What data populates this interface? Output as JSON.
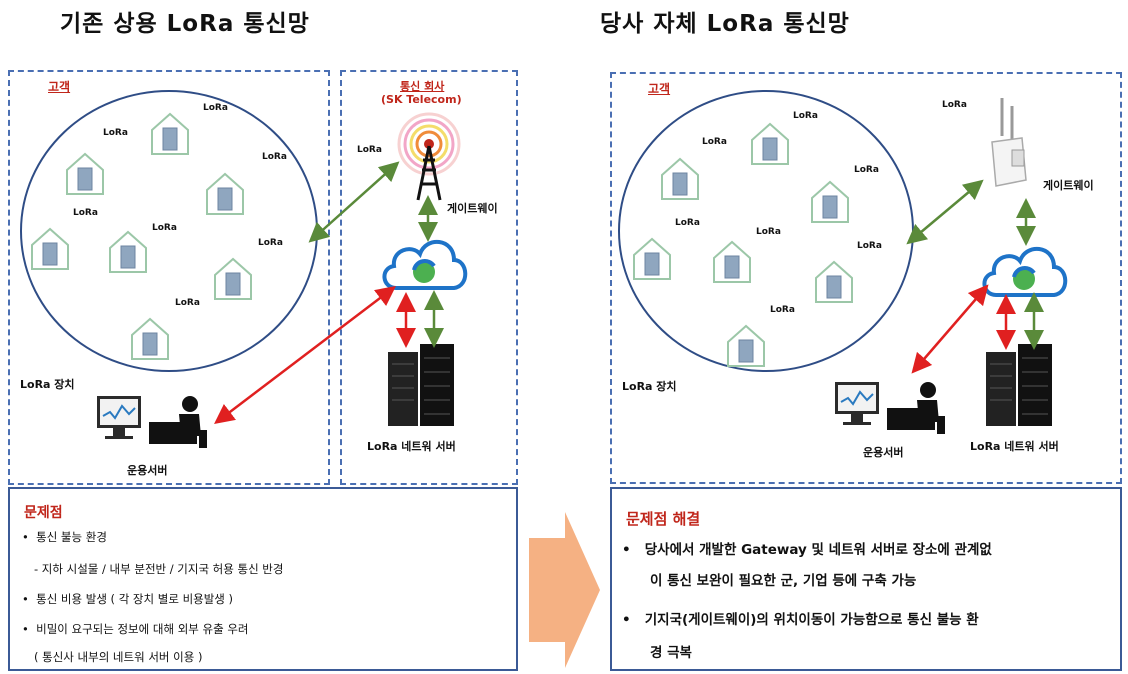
{
  "left": {
    "title": "기존 상용 LoRa 통신망",
    "customer": "고객",
    "telecom_title": "통신 회사",
    "telecom_sub": "(SK Telecom)",
    "lora_tag": "LoRa",
    "gateway": "게이트웨이",
    "device": "LoRa 장치",
    "op_server": "운용서버",
    "net_server": "LoRa 네트워 서버",
    "problem_title": "문제점",
    "problems": [
      "통신 불능 환경",
      "- 지하 시설물 / 내부 분전반 / 기지국 허용 통신 반경",
      "통신 비용 발생 ( 각 장치 별로 비용발생 )",
      "비밀이 요구되는 정보에 대해 외부 유출 우려",
      "( 통신사 내부의 네트워 서버 이용 )"
    ]
  },
  "right": {
    "title": "당사 자체 LoRa 통신망",
    "customer": "고객",
    "lora_tag": "LoRa",
    "gateway": "게이트웨이",
    "device": "LoRa 장치",
    "op_server": "운용서버",
    "net_server": "LoRa 네트워 서버",
    "solution_title": "문제점 해결",
    "solutions": [
      "당사에서 개발한 Gateway 및 네트워 서버로 장소에 관계없",
      "이 통신 보완이 필요한 군, 기업 등에 구축 가능",
      "기지국(게이트웨이)의 위치이동이 가능함으로 통신 불능 환",
      "경 극복"
    ]
  },
  "colors": {
    "frame": "#3b5a96",
    "accent_red": "#c0261b",
    "arrow_orange": "#f5b183",
    "link_green": "#5a8a3a",
    "link_red": "#e02020"
  }
}
